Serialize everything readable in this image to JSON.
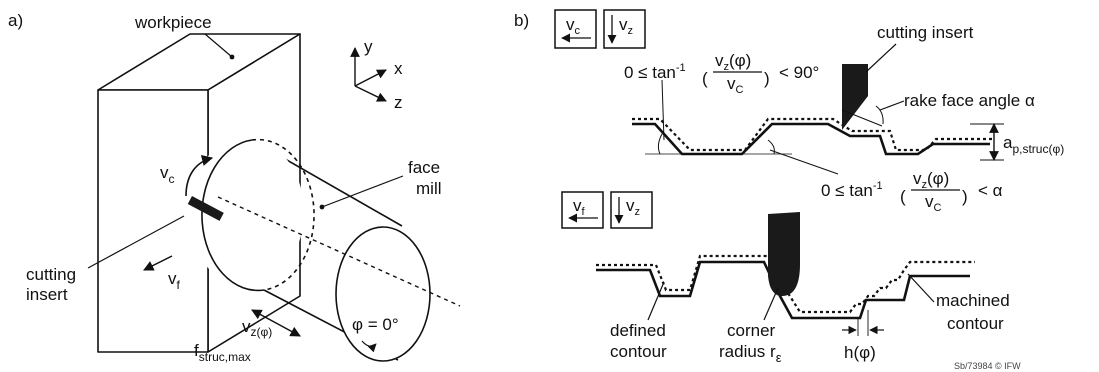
{
  "panel_a": {
    "label": "a)",
    "workpiece": "workpiece",
    "axis_y": "y",
    "axis_x": "x",
    "axis_z": "z",
    "vc": "v",
    "vc_sub": "c",
    "face_mill_1": "face",
    "face_mill_2": "mill",
    "cutting_insert_1": "cutting",
    "cutting_insert_2": "insert",
    "vf": "v",
    "vf_sub": "f",
    "phi": "φ = 0°",
    "vz": "v",
    "vz_sub": "z(φ)",
    "fstruc": "f",
    "fstruc_sub": "struc,max"
  },
  "panel_b": {
    "label": "b)",
    "box_vc": "v",
    "box_vc_sub": "c",
    "box_vz": "v",
    "box_vz_sub": "z",
    "box_vf": "v",
    "box_vf_sub": "f",
    "box_vz2": "v",
    "box_vz2_sub": "z",
    "cutting_insert": "cutting insert",
    "eq1_left": "0 ≤ tan",
    "eq1_exp": "-1",
    "eq1_num": "v",
    "eq1_num_sub": "z",
    "eq1_num_tail": "(φ)",
    "eq1_den": "v",
    "eq1_den_sub": "C",
    "eq1_right": "< 90°",
    "rake": "rake face angle α",
    "ap": "a",
    "ap_sub": "p,struc(φ)",
    "eq2_left": "0 ≤ tan",
    "eq2_exp": "-1",
    "eq2_num": "v",
    "eq2_num_sub": "z",
    "eq2_num_tail": "(φ)",
    "eq2_den": "v",
    "eq2_den_sub": "C",
    "eq2_right": "< α",
    "defined_1": "defined",
    "defined_2": "contour",
    "corner_1": "corner",
    "corner_2": "radius r",
    "corner_sub": "ε",
    "hphi": "h(φ)",
    "machined_1": "machined",
    "machined_2": "contour",
    "credit": "Sb/73984 © IFW"
  }
}
